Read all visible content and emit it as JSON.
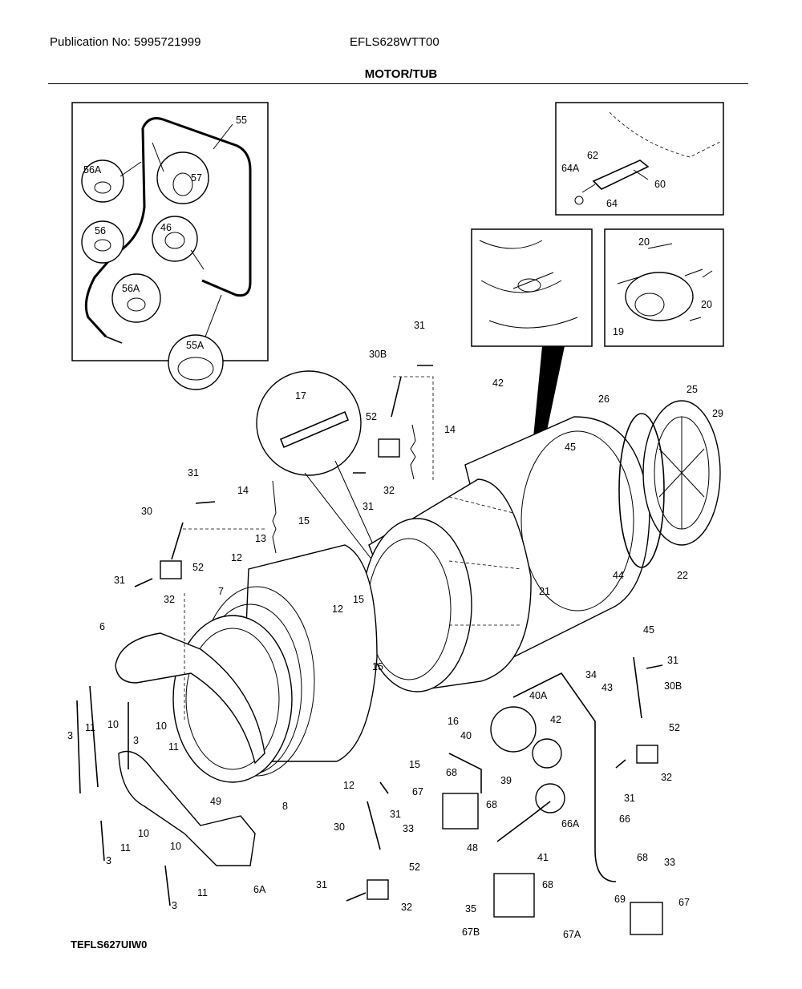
{
  "header": {
    "publication": "Publication No: 5995721999",
    "model": "EFLS628WTT00",
    "section_title": "MOTOR/TUB"
  },
  "footer": {
    "code": "TEFLS627UIW0"
  },
  "callouts": [
    {
      "id": "c55",
      "text": "55"
    },
    {
      "id": "c56A_top",
      "text": "56A"
    },
    {
      "id": "c57",
      "text": "57"
    },
    {
      "id": "c56",
      "text": "56"
    },
    {
      "id": "c46",
      "text": "46"
    },
    {
      "id": "c56A_bot",
      "text": "56A"
    },
    {
      "id": "c55A",
      "text": "55A"
    },
    {
      "id": "c62",
      "text": "62"
    },
    {
      "id": "c64A",
      "text": "64A"
    },
    {
      "id": "c60",
      "text": "60"
    },
    {
      "id": "c64",
      "text": "64"
    },
    {
      "id": "c20a",
      "text": "20"
    },
    {
      "id": "c20b",
      "text": "20"
    },
    {
      "id": "c19",
      "text": "19"
    },
    {
      "id": "c31_top",
      "text": "31"
    },
    {
      "id": "c30B_top",
      "text": "30B"
    },
    {
      "id": "c17",
      "text": "17"
    },
    {
      "id": "c52_top",
      "text": "52"
    },
    {
      "id": "c14_top",
      "text": "14"
    },
    {
      "id": "c32_top",
      "text": "32"
    },
    {
      "id": "c31_top2",
      "text": "31"
    },
    {
      "id": "c42_top",
      "text": "42"
    },
    {
      "id": "c26",
      "text": "26"
    },
    {
      "id": "c25",
      "text": "25"
    },
    {
      "id": "c29",
      "text": "29"
    },
    {
      "id": "c45_top",
      "text": "45"
    },
    {
      "id": "c31_left",
      "text": "31"
    },
    {
      "id": "c14_left",
      "text": "14"
    },
    {
      "id": "c30_left",
      "text": "30"
    },
    {
      "id": "c15_a",
      "text": "15"
    },
    {
      "id": "c52_left",
      "text": "52"
    },
    {
      "id": "c12_a",
      "text": "12"
    },
    {
      "id": "c13",
      "text": "13"
    },
    {
      "id": "c31_left2",
      "text": "31"
    },
    {
      "id": "c32_left",
      "text": "32"
    },
    {
      "id": "c7",
      "text": "7"
    },
    {
      "id": "c15_b",
      "text": "15"
    },
    {
      "id": "c12_b",
      "text": "12"
    },
    {
      "id": "c44",
      "text": "44"
    },
    {
      "id": "c22",
      "text": "22"
    },
    {
      "id": "c21",
      "text": "21"
    },
    {
      "id": "c6",
      "text": "6"
    },
    {
      "id": "c45_r",
      "text": "45"
    },
    {
      "id": "c31_r",
      "text": "31"
    },
    {
      "id": "c15_c",
      "text": "15"
    },
    {
      "id": "c34",
      "text": "34"
    },
    {
      "id": "c43",
      "text": "43"
    },
    {
      "id": "c30B_r",
      "text": "30B"
    },
    {
      "id": "c40A",
      "text": "40A"
    },
    {
      "id": "c16",
      "text": "16"
    },
    {
      "id": "c3_a",
      "text": "3"
    },
    {
      "id": "c11_a",
      "text": "11"
    },
    {
      "id": "c10_a",
      "text": "10"
    },
    {
      "id": "c3_b",
      "text": "3"
    },
    {
      "id": "c10_b",
      "text": "10"
    },
    {
      "id": "c11_b",
      "text": "11"
    },
    {
      "id": "c40",
      "text": "40"
    },
    {
      "id": "c42_r",
      "text": "42"
    },
    {
      "id": "c52_r",
      "text": "52"
    },
    {
      "id": "c15_d",
      "text": "15"
    },
    {
      "id": "c68_a",
      "text": "68"
    },
    {
      "id": "c12_c",
      "text": "12"
    },
    {
      "id": "c39",
      "text": "39"
    },
    {
      "id": "c32_r",
      "text": "32"
    },
    {
      "id": "c49",
      "text": "49"
    },
    {
      "id": "c8",
      "text": "8"
    },
    {
      "id": "c67_a",
      "text": "67"
    },
    {
      "id": "c31_mid",
      "text": "31"
    },
    {
      "id": "c31_r2",
      "text": "31"
    },
    {
      "id": "c68_b",
      "text": "68"
    },
    {
      "id": "c30_mid",
      "text": "30"
    },
    {
      "id": "c33_a",
      "text": "33"
    },
    {
      "id": "c66A",
      "text": "66A"
    },
    {
      "id": "c66",
      "text": "66"
    },
    {
      "id": "c10_c",
      "text": "10"
    },
    {
      "id": "c11_c",
      "text": "11"
    },
    {
      "id": "c41",
      "text": "41"
    },
    {
      "id": "c48",
      "text": "48"
    },
    {
      "id": "c3_c",
      "text": "3"
    },
    {
      "id": "c10_d",
      "text": "10"
    },
    {
      "id": "c52_bot",
      "text": "52"
    },
    {
      "id": "c68_c",
      "text": "68"
    },
    {
      "id": "c33_b",
      "text": "33"
    },
    {
      "id": "c6A",
      "text": "6A"
    },
    {
      "id": "c11_d",
      "text": "11"
    },
    {
      "id": "c31_bot",
      "text": "31"
    },
    {
      "id": "c32_bot",
      "text": "32"
    },
    {
      "id": "c68_d",
      "text": "68"
    },
    {
      "id": "c69",
      "text": "69"
    },
    {
      "id": "c67_b",
      "text": "67"
    },
    {
      "id": "c3_d",
      "text": "3"
    },
    {
      "id": "c35",
      "text": "35"
    },
    {
      "id": "c67B",
      "text": "67B"
    },
    {
      "id": "c67A",
      "text": "67A"
    }
  ]
}
